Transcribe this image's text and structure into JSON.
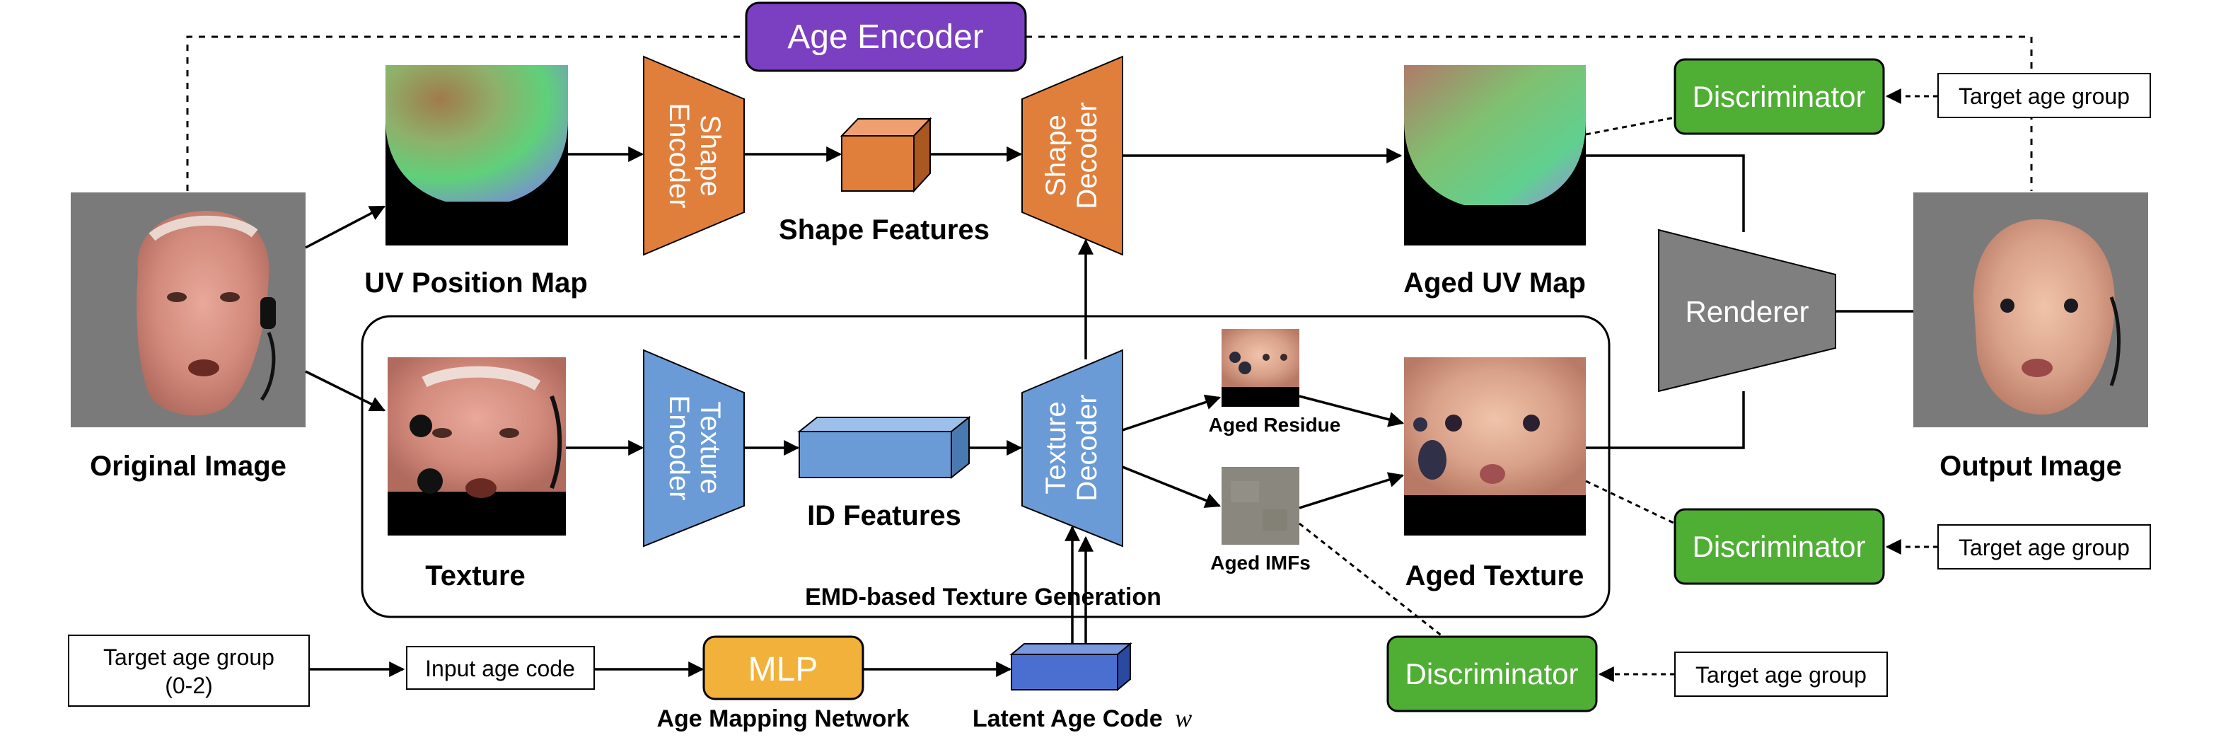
{
  "age_encoder": "Age Encoder",
  "images": {
    "original": "Original Image",
    "uv_position": "UV Position Map",
    "texture": "Texture",
    "aged_uv": "Aged UV Map",
    "aged_texture": "Aged Texture",
    "output": "Output Image",
    "aged_residue": "Aged Residue",
    "aged_imfs": "Aged IMFs"
  },
  "modules": {
    "shape_encoder": "Shape Encoder",
    "shape_decoder": "Shape Decoder",
    "texture_encoder": "Texture Encoder",
    "texture_decoder": "Texture Decoder",
    "renderer": "Renderer",
    "mlp": "MLP"
  },
  "features": {
    "shape": "Shape Features",
    "id": "ID Features"
  },
  "discriminator": "Discriminator",
  "target_age_group": "Target age group",
  "input": {
    "target_line1": "Target age group",
    "target_line2": "(0-2)",
    "age_code": "Input age code"
  },
  "captions": {
    "emd": "EMD-based Texture Generation",
    "age_mapping": "Age Mapping Network",
    "latent_prefix": "Latent Age Code",
    "latent_symbol": "w"
  },
  "colors": {
    "purple": "#7b3fc2",
    "orange": "#e07f3c",
    "blue": "#6a9bd6",
    "green": "#4fae34",
    "mlp": "#f2b13a",
    "gray": "#7f7f7f",
    "image_bg": "#7a7a7a"
  }
}
